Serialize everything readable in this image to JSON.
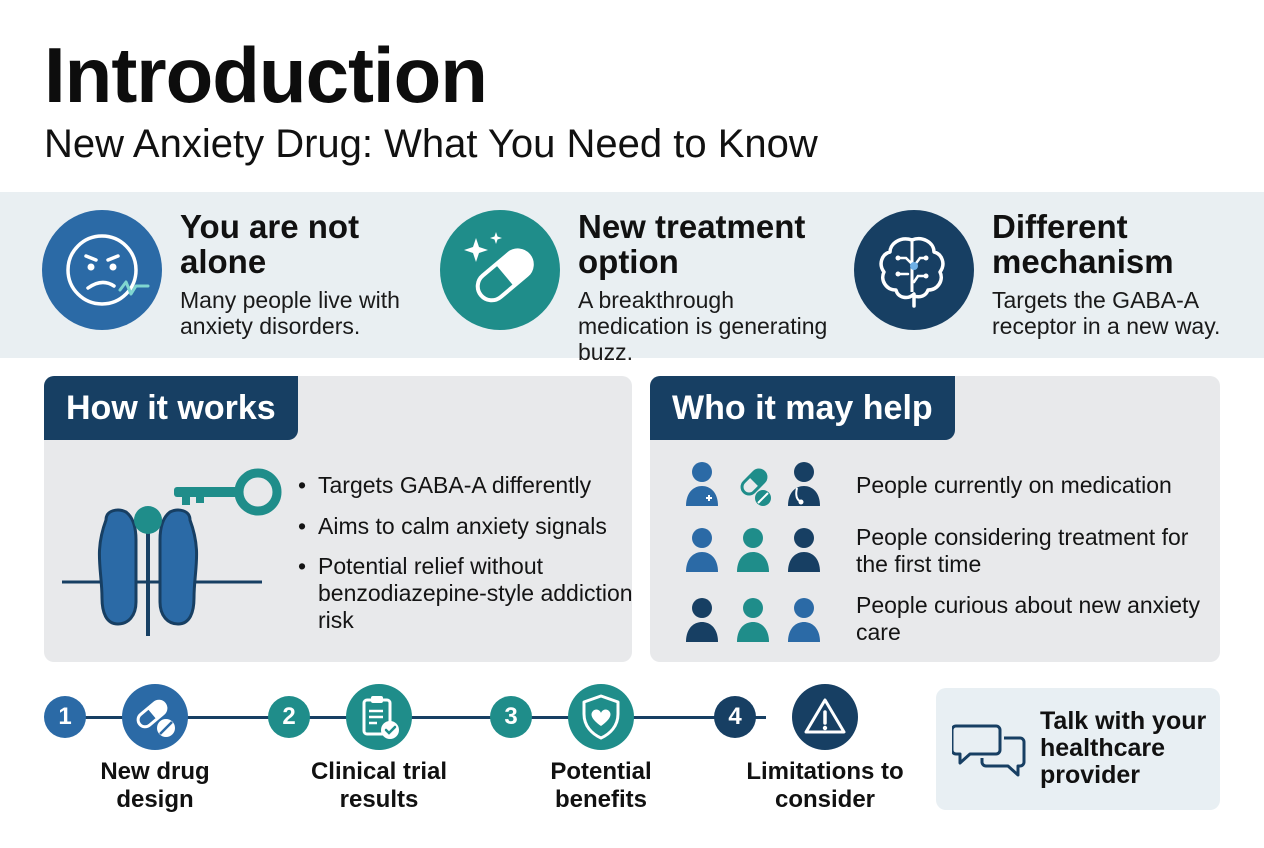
{
  "header": {
    "title": "Introduction",
    "subtitle": "New Anxiety Drug: What You Need to Know"
  },
  "features": [
    {
      "title": "You are not alone",
      "description": "Many people live with anxiety disorders.",
      "icon": "worried-face-icon",
      "color": "#2b6aa6"
    },
    {
      "title": "New treatment option",
      "description": "A breakthrough medication is generating buzz.",
      "icon": "pill-icon",
      "color": "#1f8d8a"
    },
    {
      "title": "Different mechanism",
      "description": "Targets the GABA-A receptor in a new way.",
      "icon": "brain-icon",
      "color": "#173f63"
    }
  ],
  "how_it_works": {
    "heading": "How it works",
    "bullets": [
      "Targets GABA-A differently",
      "Aims to calm anxiety signals",
      "Potential relief without benzodiazepine-style addiction risk"
    ]
  },
  "who_it_may_help": {
    "heading": "Who it may help",
    "groups": [
      "People currently on medication",
      "People considering treatment for the first time",
      "People curious about new anxiety care"
    ]
  },
  "steps": [
    {
      "number": "1",
      "label": "New drug design",
      "icon": "pill-icon",
      "color": "#2b6aa6"
    },
    {
      "number": "2",
      "label": "Clinical trial results",
      "icon": "clipboard-check-icon",
      "color": "#1f8d8a"
    },
    {
      "number": "3",
      "label": "Potential benefits",
      "icon": "shield-heart-icon",
      "color": "#1f8d8a"
    },
    {
      "number": "4",
      "label": "Limitations to consider",
      "icon": "warning-icon",
      "color": "#173f63"
    }
  ],
  "callout": {
    "text": "Talk with your healthcare provider",
    "icon": "chat-bubbles-icon"
  },
  "colors": {
    "navy": "#173f63",
    "blue": "#2b6aa6",
    "teal": "#1f8d8a",
    "band": "#e9eff2",
    "panel": "#e8e9eb"
  }
}
